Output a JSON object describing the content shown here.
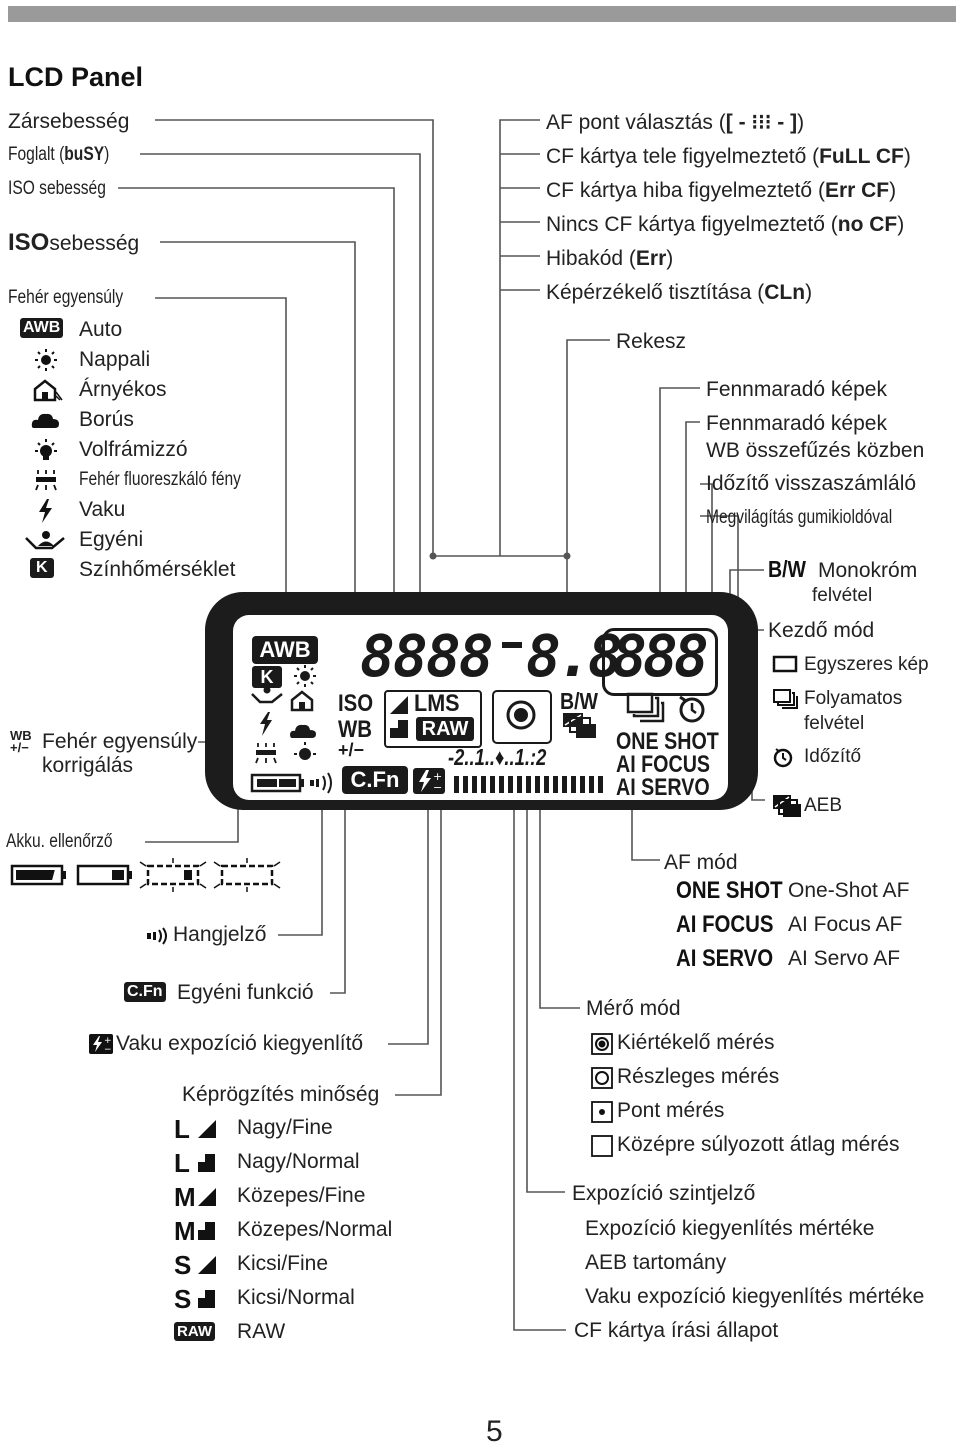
{
  "title": "LCD Panel",
  "page_number": "5",
  "left_labels": {
    "shutter_speed": "Zársebesség",
    "busy": "Foglalt (",
    "busy_code": "buSY",
    "busy_close": ")",
    "iso_speed": "ISO sebesség",
    "iso_word": "ISO",
    "iso_speed2": "sebesség",
    "white_balance": "Fehér egyensúly",
    "wb_items": [
      {
        "icon": "awb-badge",
        "badge": "AWB",
        "label": "Auto"
      },
      {
        "icon": "sun-icon",
        "label": "Nappali"
      },
      {
        "icon": "shade-house-icon",
        "label": "Árnyékos"
      },
      {
        "icon": "cloud-icon",
        "label": "Borús"
      },
      {
        "icon": "tungsten-bulb-icon",
        "label": "Volfrámizzó"
      },
      {
        "icon": "fluorescent-icon",
        "label": "Fehér fluoreszkáló fény"
      },
      {
        "icon": "flash-bolt-icon",
        "label": "Vaku"
      },
      {
        "icon": "custom-wb-icon",
        "label": "Egyéni"
      },
      {
        "icon": "kelvin-badge",
        "badge": "K",
        "label": "Színhőmérséklet"
      }
    ],
    "wb_correction_1": "Fehér egyensúly",
    "wb_correction_2": "korrigálás",
    "battery_check": "Akku. ellenőrző",
    "beeper": "Hangjelző",
    "custom_function": "Egyéni funkció",
    "cfn_badge": "C.Fn",
    "flash_exp_comp": "Vaku expozíció kiegyenlítő",
    "image_quality": "Képrögzítés minőség",
    "quality_items": [
      {
        "size": "L",
        "q": "fine",
        "label": "Nagy/Fine"
      },
      {
        "size": "L",
        "q": "normal",
        "label": "Nagy/Normal"
      },
      {
        "size": "M",
        "q": "fine",
        "label": "Közepes/Fine"
      },
      {
        "size": "M",
        "q": "normal",
        "label": "Közepes/Normal"
      },
      {
        "size": "S",
        "q": "fine",
        "label": "Kicsi/Fine"
      },
      {
        "size": "S",
        "q": "normal",
        "label": "Kicsi/Normal"
      },
      {
        "size": "RAW",
        "q": "raw",
        "label": "RAW"
      }
    ]
  },
  "right_top_labels": [
    {
      "pre": "AF pont választás (",
      "code": "[ - ⁝⁝⁝ - ]",
      "post": ")"
    },
    {
      "pre": "CF kártya tele figyelmeztető (",
      "code": "FuLL CF",
      "post": ")"
    },
    {
      "pre": "CF kártya hiba figyelmeztető (",
      "code": "Err CF",
      "post": ")"
    },
    {
      "pre": "Nincs CF kártya figyelmeztető (",
      "code": "no CF",
      "post": ")"
    },
    {
      "pre": "Hibakód (",
      "code": "Err",
      "post": ")"
    },
    {
      "pre": "Képérzékelő tisztítása (",
      "code": "CLn",
      "post": ")"
    }
  ],
  "aperture": "Rekesz",
  "shots_remaining": "Fennmaradó képek",
  "shots_remaining_wb_1": "Fennmaradó képek",
  "shots_remaining_wb_2": "WB összefűzés közben",
  "self_timer_countdown": "Időzítő visszaszámláló",
  "bulb_exposure": "Megvilágítás gumikioldóval",
  "monochrome_code": "B/W",
  "monochrome_1": "Monokróm",
  "monochrome_2": "felvétel",
  "drive_mode": "Kezdő mód",
  "drive_items": {
    "single": "Egyszeres kép",
    "continuous_1": "Folyamatos",
    "continuous_2": "felvétel",
    "self_timer": "Időzítő",
    "aeb": "AEB"
  },
  "af_mode": "AF mód",
  "af_items": [
    {
      "code": "ONE SHOT",
      "label": "One-Shot AF"
    },
    {
      "code": "AI FOCUS",
      "label": "AI Focus AF"
    },
    {
      "code": "AI SERVO",
      "label": "AI Servo AF"
    }
  ],
  "metering_mode": "Mérő mód",
  "metering_items": [
    "Kiértékelő mérés",
    "Részleges mérés",
    "Pont mérés",
    "Középre súlyozott átlag mérés"
  ],
  "exposure_level": "Expozíció szintjelző",
  "exposure_items": [
    "Expozíció kiegyenlítés mértéke",
    "AEB tartomány",
    "Vaku expozíció kiegyenlítés mértéke"
  ],
  "cf_write": "CF kártya írási állapot",
  "lcd": {
    "awb": "AWB",
    "k": "K",
    "iso": "ISO",
    "wb": "WB",
    "plusminus": "+/−",
    "cfn": "C.Fn",
    "lms": "LMS",
    "raw": "RAW",
    "digits_main": "8888",
    "digits_ap": "8.8",
    "digits_right": "888",
    "bw": "B/W",
    "scale": "-2..1..♦..1.:2",
    "one_shot": "ONE SHOT",
    "ai_focus": "AI FOCUS",
    "ai_servo": "AI SERVO"
  }
}
